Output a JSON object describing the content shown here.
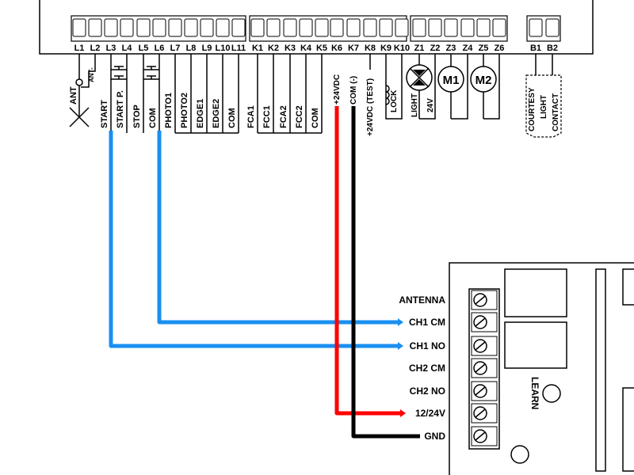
{
  "controller": {
    "terminals_L": [
      "L1",
      "L2",
      "L3",
      "L4",
      "L5",
      "L6",
      "L7",
      "L8",
      "L9",
      "L10",
      "L11"
    ],
    "terminals_K": [
      "K1",
      "K2",
      "K3",
      "K4",
      "K5",
      "K6",
      "K7",
      "K8",
      "K9",
      "K10"
    ],
    "terminals_Z": [
      "Z1",
      "Z2",
      "Z3",
      "Z4",
      "Z5",
      "Z6"
    ],
    "terminals_B": [
      "B1",
      "B2"
    ],
    "ant_label": "ANT",
    "ant_shield_label": "ANT-",
    "l_functions": [
      "START",
      "START P.",
      "STOP",
      "COM",
      "PHOTO1",
      "PHOTO2",
      "EDGE1",
      "EDGE2",
      "COM"
    ],
    "k_functions": [
      "FCA1",
      "FCC1",
      "FCA2",
      "FCC2",
      "COM",
      "+24VDC",
      "COM (-)",
      "+24VDC (TEST)",
      "LOCK"
    ],
    "light_label": "LIGHT",
    "light_voltage": "24V",
    "motor1": "M1",
    "motor2": "M2",
    "courtesy_lines": [
      "COURTESY",
      "LIGHT",
      "CONTACT"
    ]
  },
  "receiver": {
    "terminals": [
      "ANTENNA",
      "CH1 CM",
      "CH1 NO",
      "CH2 CM",
      "CH2 NO",
      "12/24V",
      "GND"
    ],
    "learn_label": "LEARN"
  },
  "colors": {
    "blue_wire": "#1a8ff0",
    "red_wire": "#ff0000",
    "black_wire": "#000000"
  }
}
